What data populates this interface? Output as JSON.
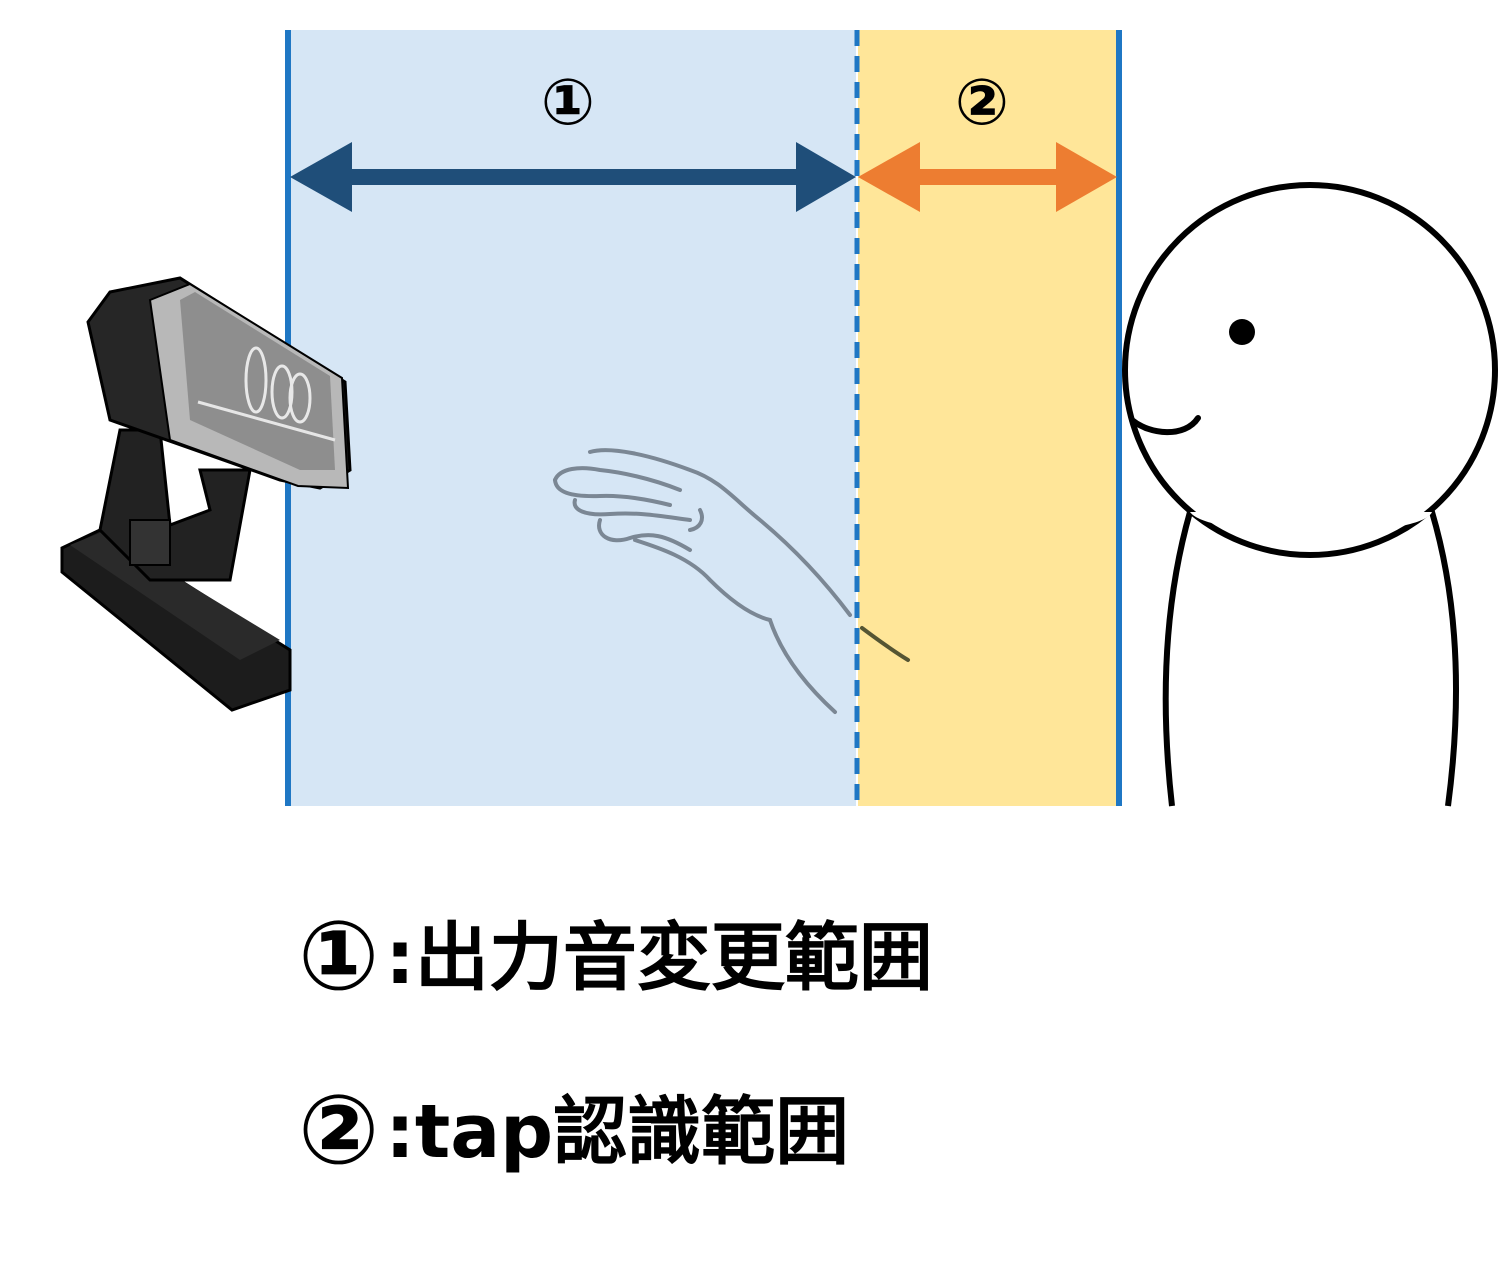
{
  "zones": [
    {
      "id": "zone-1",
      "marker": "①",
      "fill": "#d6e6f5",
      "arrow_color": "#1f4e79"
    },
    {
      "id": "zone-2",
      "marker": "②",
      "fill": "#ffe699",
      "arrow_color": "#ed7d31"
    }
  ],
  "border_color": "#1f77c4",
  "legend": [
    {
      "marker": "①",
      "text": ":出力音変更範囲"
    },
    {
      "marker": "②",
      "text": ":tap認識範囲"
    }
  ],
  "icons": [
    "camera-icon",
    "hand-icon",
    "person-icon"
  ]
}
